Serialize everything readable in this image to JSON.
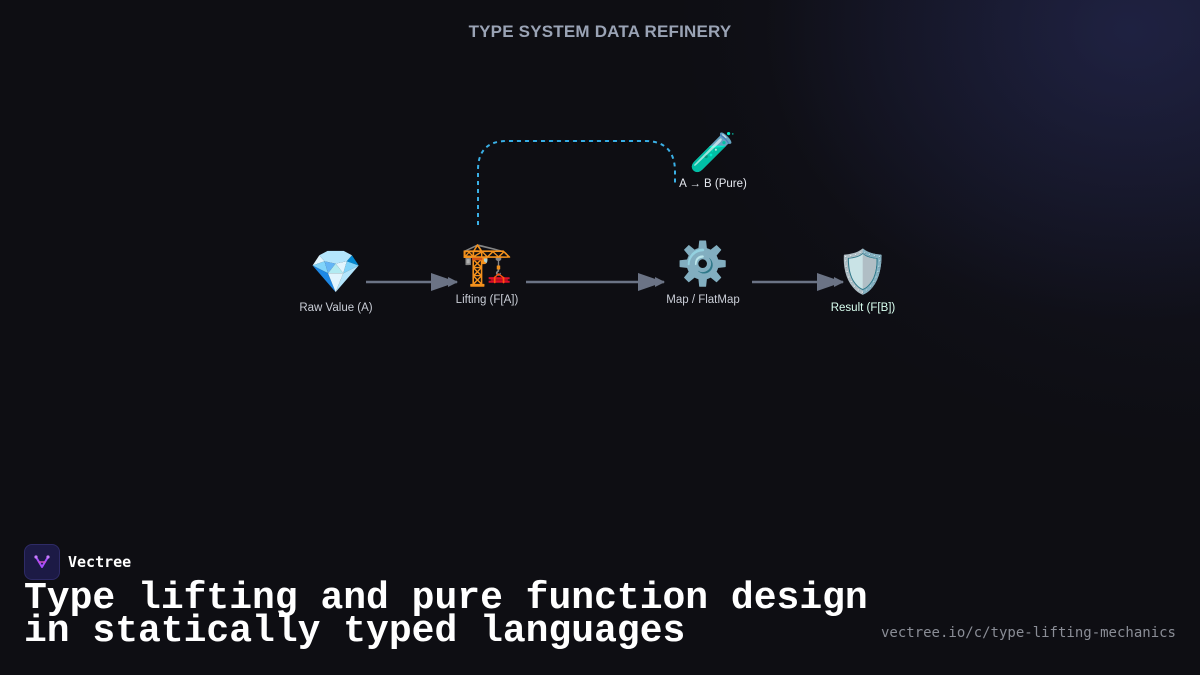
{
  "diagram": {
    "title": "TYPE SYSTEM DATA REFINERY",
    "nodes": [
      {
        "id": "raw",
        "label": "Raw Value (A)",
        "icon": "gem-icon",
        "glyph": "💎"
      },
      {
        "id": "lifting",
        "label": "Lifting (F[A])",
        "icon": "crane-icon",
        "glyph": "🏗️"
      },
      {
        "id": "map",
        "label": "Map / FlatMap",
        "icon": "gear-icon",
        "glyph": "⚙️"
      },
      {
        "id": "result",
        "label": "Result (F[B])",
        "icon": "shield-icon",
        "glyph": "🛡️"
      },
      {
        "id": "pure",
        "label": "A → B (Pure)",
        "icon": "test-tube-icon",
        "glyph": "🧪"
      }
    ],
    "edges": [
      {
        "from": "raw",
        "to": "lifting",
        "style": "solid"
      },
      {
        "from": "lifting",
        "to": "map",
        "style": "solid"
      },
      {
        "from": "map",
        "to": "result",
        "style": "solid"
      },
      {
        "from": "lifting",
        "to": "pure",
        "style": "dashed"
      }
    ],
    "colors": {
      "arrow": "#6b7385",
      "dashed": "#3ab0e6",
      "title": "#9aa3b5",
      "background": "#0e0e13"
    }
  },
  "footer": {
    "brand": "Vectree",
    "brand_icon": "vectree-logo-icon",
    "headline_line1": "Type lifting and pure function design",
    "headline_line2": "in statically typed languages",
    "url": "vectree.io/c/type-lifting-mechanics"
  }
}
